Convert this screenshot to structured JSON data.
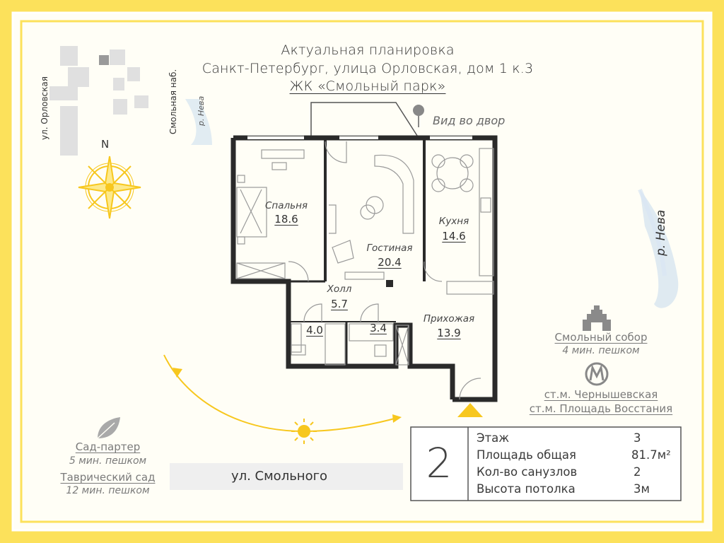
{
  "title": {
    "line1": "Актуальная планировка",
    "line2": "Санкт-Петербург, улица Орловская, дом 1 к.3",
    "line3": "ЖК «Смольный парк»"
  },
  "streets": {
    "orlovskaya": "ул. Орловская",
    "smolnaya_nab": "Смольная наб.",
    "neva_small": "р. Нева",
    "neva_big": "р. Нева",
    "smolnogo": "ул. Смольного"
  },
  "compass": {
    "north": "N"
  },
  "view_label": "Вид во двор",
  "rooms": [
    {
      "name": "Спальня",
      "area": "18.6"
    },
    {
      "name": "Гостиная",
      "area": "20.4"
    },
    {
      "name": "Кухня",
      "area": "14.6"
    },
    {
      "name": "Холл",
      "area": "5.7"
    },
    {
      "name": "",
      "area": "4.0"
    },
    {
      "name": "",
      "area": "3.4"
    },
    {
      "name": "Прихожая",
      "area": "13.9"
    }
  ],
  "poi": {
    "sobor_name": "Смольный собор",
    "sobor_dist": "4 мин. пешком",
    "metro1": "ст.м. Чернышевская",
    "metro2": "ст.м. Площадь Восстания",
    "sad_name": "Сад-партер",
    "sad_dist": "5 мин. пешком",
    "tavr_name": "Таврический сад",
    "tavr_dist": "12 мин. пешком"
  },
  "info": {
    "rooms_count": "2",
    "rows": [
      {
        "label": "Этаж",
        "value": "3"
      },
      {
        "label": "Площадь общая",
        "value": "81.7м²"
      },
      {
        "label": "Кол-во санузлов",
        "value": "2"
      },
      {
        "label": "Высота потолка",
        "value": "3м"
      }
    ]
  },
  "colors": {
    "frame": "#fce15b",
    "wall": "#2a2a2a",
    "sun": "#f7c71e",
    "river": "#c9dcef",
    "text_gray": "#7a7a7a"
  }
}
